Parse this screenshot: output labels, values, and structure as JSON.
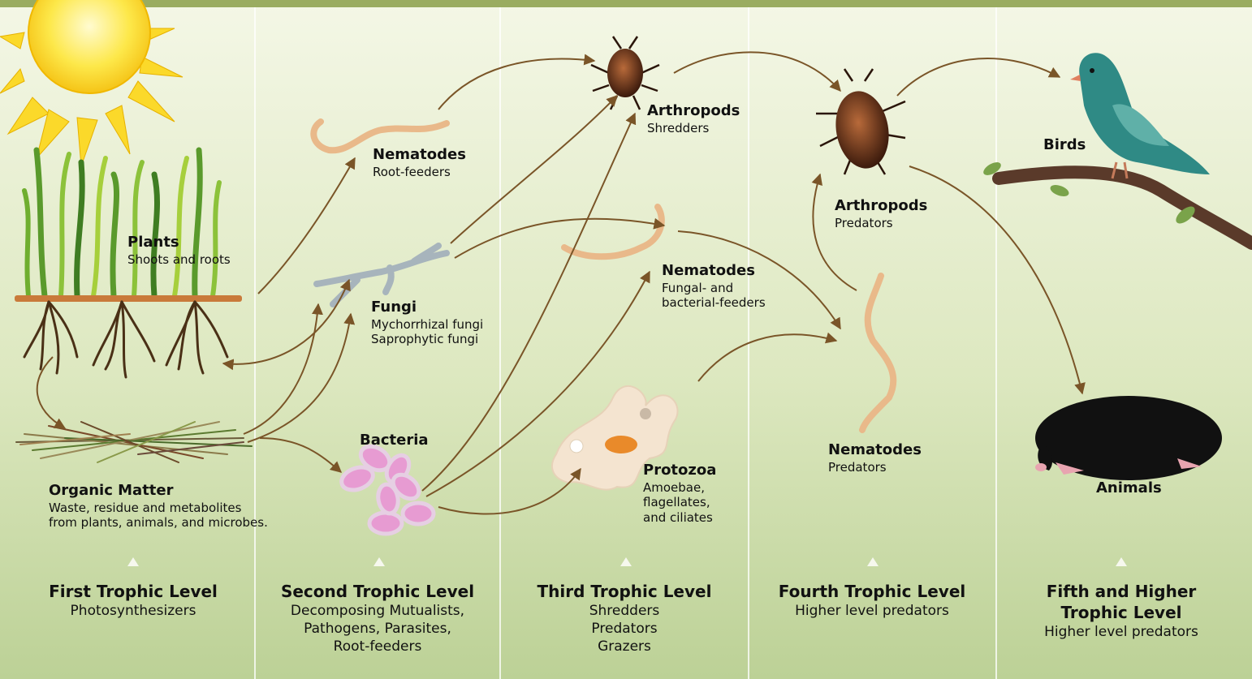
{
  "colors": {
    "top_bar": "#9aac60",
    "bg_top": "#f4f7e6",
    "bg_bottom": "#bcd196",
    "divider": "#ffffff",
    "arrow": "#7a5528"
  },
  "organisms": {
    "plants": {
      "title": "Plants",
      "sub": [
        "Shoots and roots"
      ],
      "icon": "grass-roots-icon"
    },
    "organic_matter": {
      "title": "Organic Matter",
      "sub": [
        "Waste, residue and metabolites",
        "from plants, animals, and microbes."
      ],
      "icon": "litter-icon"
    },
    "nematodes_root": {
      "title": "Nematodes",
      "sub": [
        "Root-feeders"
      ],
      "icon": "nematode-icon"
    },
    "fungi": {
      "title": "Fungi",
      "sub": [
        "Mychorrhizal fungi",
        "Saprophytic fungi"
      ],
      "icon": "fungi-hyphae-icon"
    },
    "bacteria": {
      "title": "Bacteria",
      "sub": [],
      "icon": "bacteria-cells-icon"
    },
    "arthropods_shred": {
      "title": "Arthropods",
      "sub": [
        "Shredders"
      ],
      "icon": "beetle-icon"
    },
    "nematodes_fungal": {
      "title": "Nematodes",
      "sub": [
        "Fungal- and",
        "bacterial-feeders"
      ],
      "icon": "nematode-icon"
    },
    "protozoa": {
      "title": "Protozoa",
      "sub": [
        "Amoebae,",
        "flagellates,",
        "and ciliates"
      ],
      "icon": "amoeba-icon"
    },
    "arthropods_pred": {
      "title": "Arthropods",
      "sub": [
        "Predators"
      ],
      "icon": "beetle-icon"
    },
    "nematodes_pred": {
      "title": "Nematodes",
      "sub": [
        "Predators"
      ],
      "icon": "nematode-icon"
    },
    "birds": {
      "title": "Birds",
      "sub": [],
      "icon": "bird-icon"
    },
    "animals": {
      "title": "Animals",
      "sub": [],
      "icon": "mole-icon"
    }
  },
  "levels": [
    {
      "title": "First Trophic Level",
      "sub": [
        "Photosynthesizers"
      ]
    },
    {
      "title": "Second Trophic Level",
      "sub": [
        "Decomposing Mutualists,",
        "Pathogens, Parasites,",
        "Root-feeders"
      ]
    },
    {
      "title": "Third Trophic Level",
      "sub": [
        "Shredders",
        "Predators",
        "Grazers"
      ]
    },
    {
      "title": "Fourth Trophic Level",
      "sub": [
        "Higher level predators"
      ]
    },
    {
      "title": "Fifth and Higher",
      "title2": "Trophic Level",
      "sub": [
        "Higher level predators"
      ]
    }
  ]
}
